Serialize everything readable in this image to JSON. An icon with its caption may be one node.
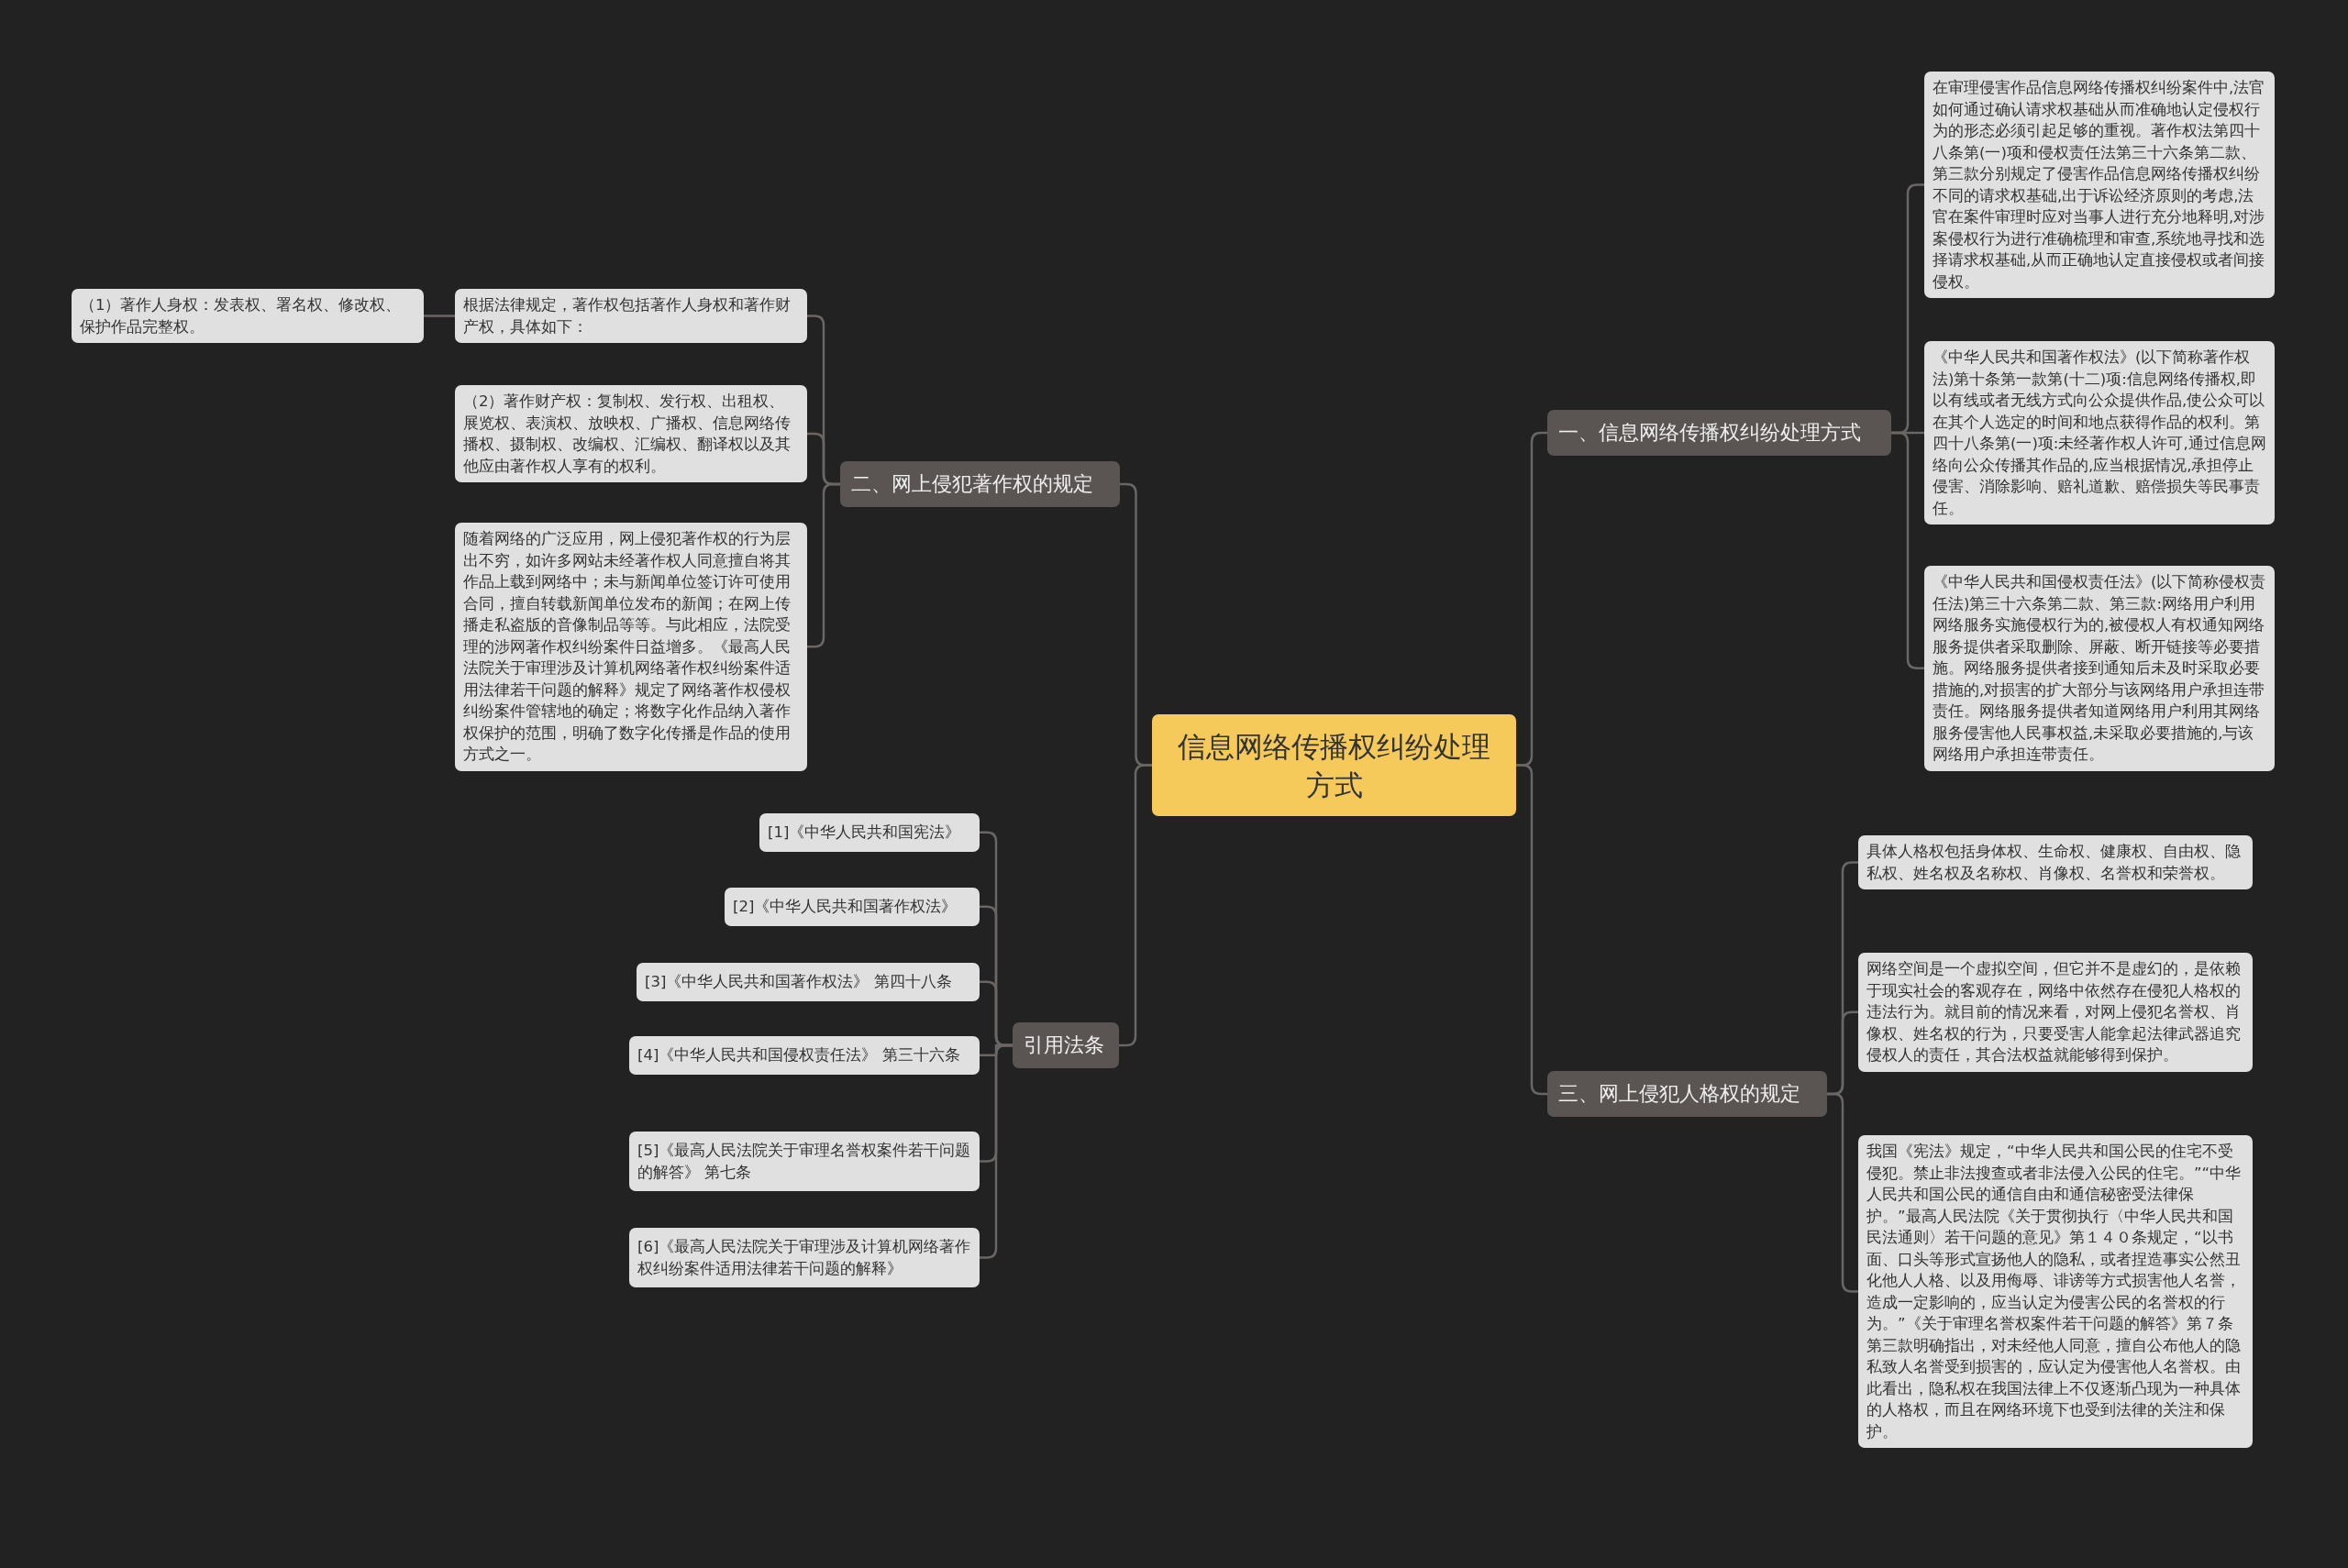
{
  "diagram": {
    "nodes": [
      {
        "text": [
          "信息网络传播权纠纷处理方式"
        ]
      },
      {
        "text": [
          "二、网上侵犯著作权的规定"
        ]
      },
      {
        "text": [
          "根据法律规定，著作权包括著作人身权和著作财产权，具体如下："
        ]
      },
      {
        "text": [
          "（1）著作人身权：发表权、署名权、修改权、保护作品完整权。"
        ]
      },
      {
        "text": [
          "（2）著作财产权：复制权、发行权、出租权、展览权、表演权、放映权、广播权、信息网络传播权、摄制权、改编权、汇编权、翻译权以及其他应由著作权人享有的权利。"
        ]
      },
      {
        "text": [
          "随着网络的广泛应用，网上侵犯著作权的行为层出不穷，如许多网站未经著作权人同意擅自将其作品上载到网络中；未与新闻单位签订许可使用合同，擅自转载新闻单位发布的新闻；在网上传播走私盗版的音像制品等等。与此相应，法院受理的涉网著作权纠纷案件日益增多。《最高人民法院关于审理涉及计算机网络著作权纠纷案件适用法律若干问题的解释》规定了网络著作权侵权纠纷案件管辖地的确定；将数字化作品纳入著作权保护的范围，明确了数字化传播是作品的使用方式之一。"
        ]
      },
      {
        "text": [
          "引用法条"
        ]
      },
      {
        "text": [
          "[1]《中华人民共和国宪法》"
        ]
      },
      {
        "text": [
          "[2]《中华人民共和国著作权法》"
        ]
      },
      {
        "text": [
          "[3]《中华人民共和国著作权法》 第四十八条"
        ]
      },
      {
        "text": [
          "[4]《中华人民共和国侵权责任法》 第三十六条"
        ]
      },
      {
        "text": [
          "[5]《最高人民法院关于审理名誉权案件若干问题的解答》 第七条"
        ]
      },
      {
        "text": [
          "[6]《最高人民法院关于审理涉及计算机网络著作权纠纷案件适用法律若干问题的解释》"
        ]
      },
      {
        "text": [
          "一、信息网络传播权纠纷处理方式"
        ]
      },
      {
        "text": [
          "在审理侵害作品信息网络传播权纠纷案件中,法官如何通过确认请求权基础从而准确地认定侵权行为的形态必须引起足够的重视。著作权法第四十八条第(一)项和侵权责任法第三十六条第二款、第三款分别规定了侵害作品信息网络传播权纠纷不同的请求权基础,出于诉讼经济原则的考虑,法官在案件审理时应对当事人进行充分地释明,对涉案侵权行为进行准确梳理和审查,系统地寻找和选择请求权基础,从而正确地认定直接侵权或者间接侵权。"
        ]
      },
      {
        "text": [
          "《中华人民共和国著作权法》(以下简称著作权法)第十条第一款第(十二)项:信息网络传播权,即以有线或者无线方式向公众提供作品,使公众可以在其个人选定的时间和地点获得作品的权利。第四十八条第(一)项:未经著作权人许可,通过信息网络向公众传播其作品的,应当根据情况,承担停止侵害、消除影响、赔礼道歉、赔偿损失等民事责任。"
        ]
      },
      {
        "text": [
          "《中华人民共和国侵权责任法》(以下简称侵权责任法)第三十六条第二款、第三款:网络用户利用网络服务实施侵权行为的,被侵权人有权通知网络服务提供者采取删除、屏蔽、断开链接等必要措施。网络服务提供者接到通知后未及时采取必要措施的,对损害的扩大部分与该网络用户承担连带责任。网络服务提供者知道网络用户利用其网络服务侵害他人民事权益,未采取必要措施的,与该网络用户承担连带责任。"
        ]
      },
      {
        "text": [
          "三、网上侵犯人格权的规定"
        ]
      },
      {
        "text": [
          "具体人格权包括身体权、生命权、健康权、自由权、隐私权、姓名权及名称权、肖像权、名誉权和荣誉权。"
        ]
      },
      {
        "text": [
          "网络空间是一个虚拟空间，但它并不是虚幻的，是依赖于现实社会的客观存在，网络中依然存在侵犯人格权的违法行为。就目前的情况来看，对网上侵犯名誉权、肖像权、姓名权的行为，只要受害人能拿起法律武器追究侵权人的责任，其合法权益就能够得到保护。"
        ]
      },
      {
        "text": [
          "我国《宪法》规定，“中华人民共和国公民的住宅不受侵犯。禁止非法搜查或者非法侵入公民的住宅。”“中华人民共和国公民的通信自由和通信秘密受法律保护。”最高人民法院《关于贯彻执行〈中华人民共和国民法通则〉若干问题的意见》第１４０条规定，“以书面、口头等形式宣扬他人的隐私，或者捏造事实公然丑化他人人格、以及用侮辱、诽谤等方式损害他人名誉，造成一定影响的，应当认定为侵害公民的名誉权的行为。”《关于审理名誉权案件若干问题的解答》第７条第三款明确指出，对未经他人同意，擅自公布他人的隐私致人名誉受到损害的，应认定为侵害他人名誉权。由此看出，隐私权在我国法律上不仅逐渐凸现为一种具体的人格权，而且在网络环境下也受到法律的关注和保护。"
        ]
      }
    ],
    "edges": [
      {
        "from": 0,
        "to": 1,
        "arrow": "none"
      },
      {
        "from": 1,
        "to": 2,
        "arrow": "none"
      },
      {
        "from": 2,
        "to": 3,
        "arrow": "none"
      },
      {
        "from": 1,
        "to": 4,
        "arrow": "none"
      },
      {
        "from": 1,
        "to": 5,
        "arrow": "none"
      },
      {
        "from": 0,
        "to": 6,
        "arrow": "none"
      },
      {
        "from": 6,
        "to": 7,
        "arrow": "none"
      },
      {
        "from": 6,
        "to": 8,
        "arrow": "none"
      },
      {
        "from": 6,
        "to": 9,
        "arrow": "none"
      },
      {
        "from": 6,
        "to": 10,
        "arrow": "none"
      },
      {
        "from": 6,
        "to": 11,
        "arrow": "none"
      },
      {
        "from": 6,
        "to": 12,
        "arrow": "none"
      },
      {
        "from": 0,
        "to": 13,
        "arrow": "none"
      },
      {
        "from": 13,
        "to": 14,
        "arrow": "none"
      },
      {
        "from": 13,
        "to": 15,
        "arrow": "none"
      },
      {
        "from": 13,
        "to": 16,
        "arrow": "none"
      },
      {
        "from": 0,
        "to": 17,
        "arrow": "none"
      },
      {
        "from": 17,
        "to": 18,
        "arrow": "none"
      },
      {
        "from": 17,
        "to": 19,
        "arrow": "none"
      },
      {
        "from": 17,
        "to": 20,
        "arrow": "none"
      }
    ]
  }
}
